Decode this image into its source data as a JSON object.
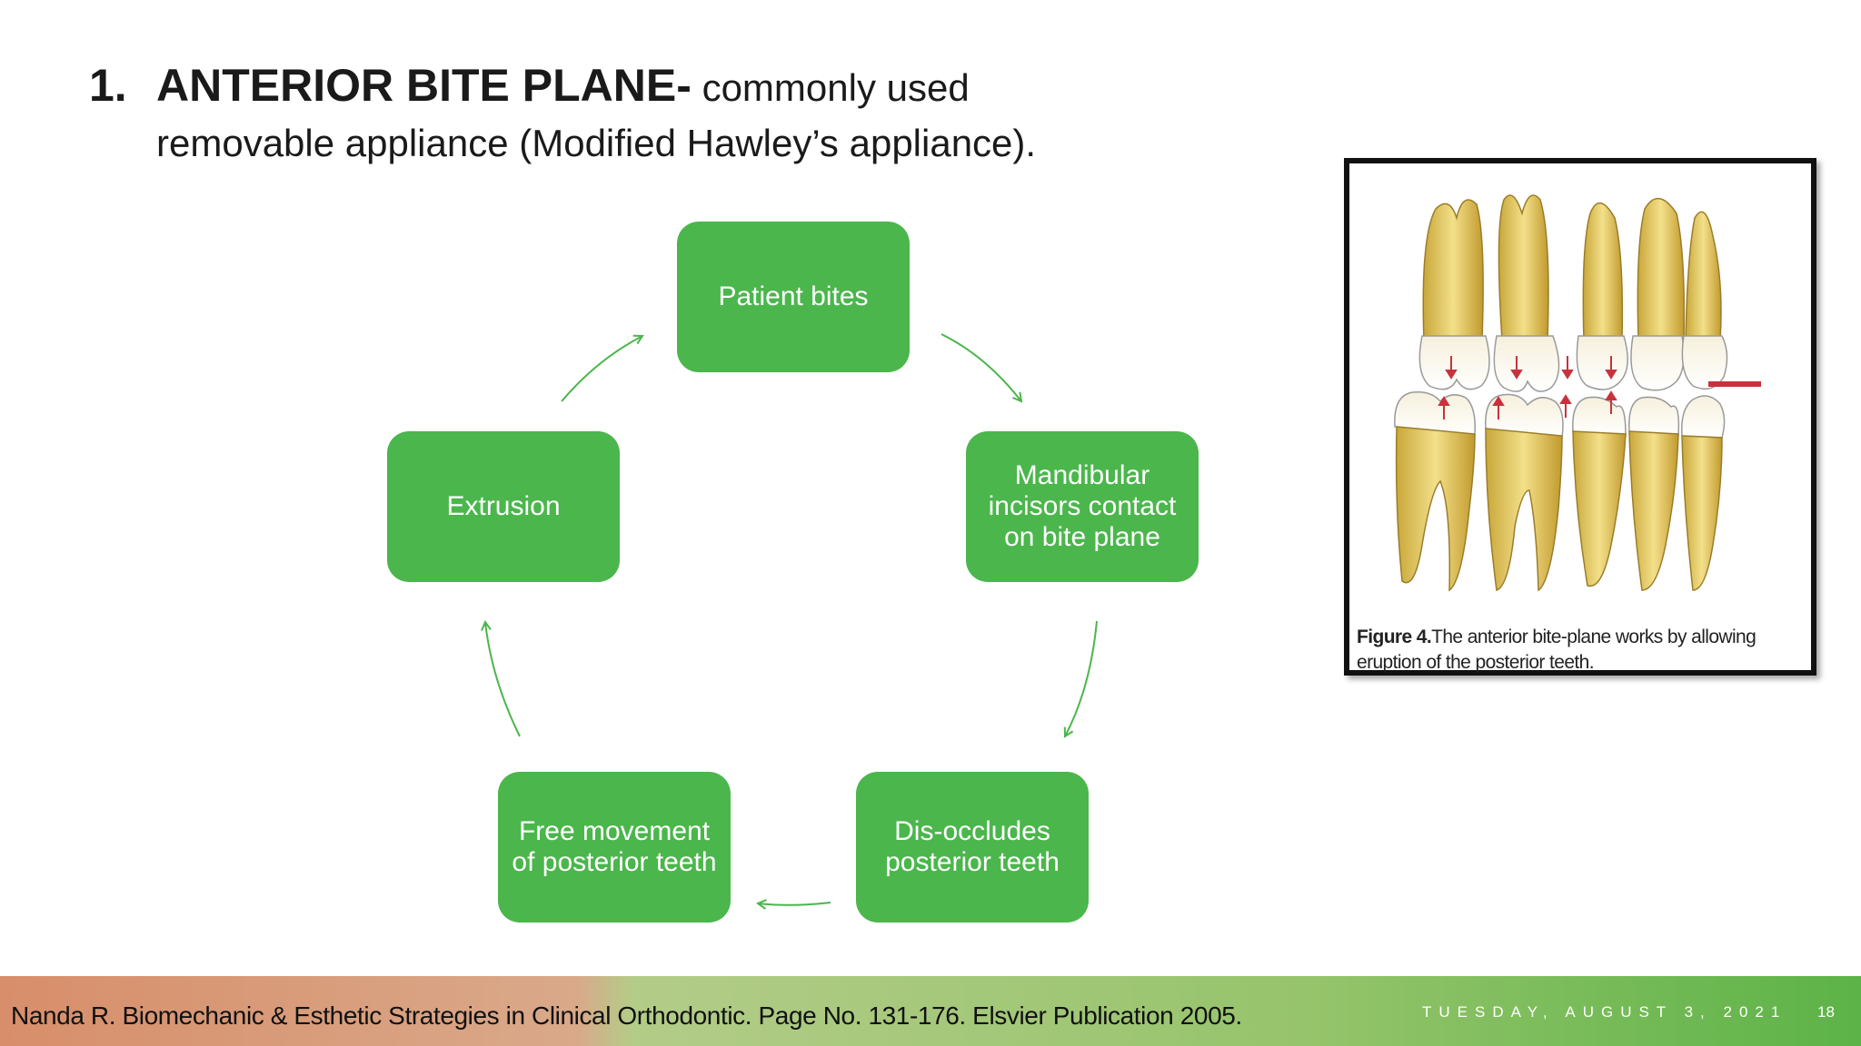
{
  "title": {
    "number": "1.",
    "bold": "ANTERIOR BITE PLANE-",
    "normal": " commonly used",
    "line2": "removable appliance (Modified Hawley’s appliance)."
  },
  "cycle": {
    "nodes": [
      {
        "label": "Patient bites"
      },
      {
        "label": "Mandibular incisors contact on bite plane"
      },
      {
        "label": "Dis-occludes posterior teeth"
      },
      {
        "label": "Free movement of posterior teeth"
      },
      {
        "label": "Extrusion"
      }
    ],
    "color": "#4bb64c"
  },
  "figure": {
    "caption_bold": "Figure 4.",
    "caption_text": "The anterior bite-plane works by allowing eruption of the posterior teeth."
  },
  "footer": {
    "citation": "Nanda R. Biomechanic & Esthetic Strategies in Clinical Orthodontic. Page No. 131-176. Elsvier Publication 2005.",
    "date": "TUESDAY, AUGUST 3, 2021",
    "page": "18"
  }
}
